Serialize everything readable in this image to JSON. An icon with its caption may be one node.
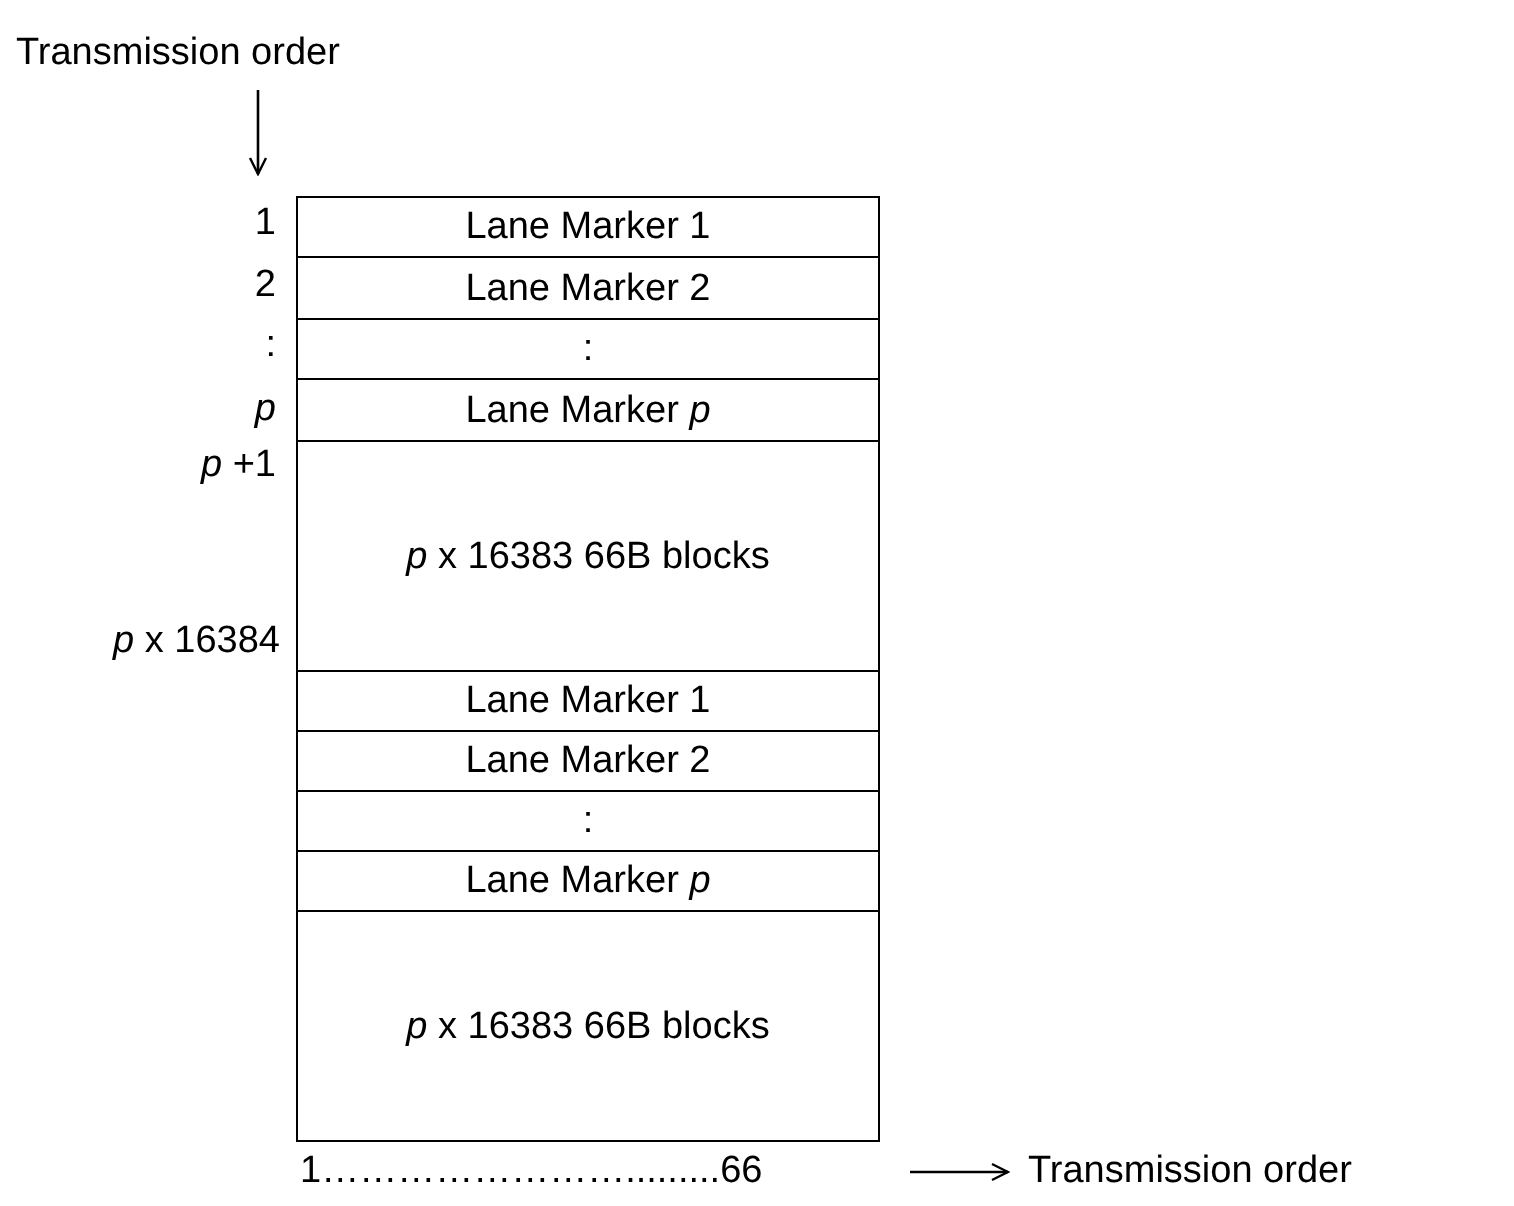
{
  "diagram": {
    "nodes": [
      {
        "text": [
          "Lane Marker 1"
        ]
      },
      {
        "text": [
          "Lane Marker 2"
        ]
      },
      {
        "text": [
          ":"
        ]
      },
      {
        "text": [
          "Lane Marker *p*"
        ]
      },
      {
        "text": [
          "*p* x 16383 66B blocks"
        ]
      },
      {
        "text": [
          "Lane Marker 1"
        ]
      },
      {
        "text": [
          "Lane Marker 2"
        ]
      },
      {
        "text": [
          ":"
        ]
      },
      {
        "text": [
          "Lane Marker *p*"
        ]
      },
      {
        "text": [
          "*p* x 16383 66B blocks"
        ]
      }
    ],
    "labels": [
      "Transmission order",
      "1",
      "2",
      ":",
      "*p*",
      "*p* +1",
      "*p* x 16384",
      "1…………………….........66",
      "Transmission order"
    ]
  }
}
